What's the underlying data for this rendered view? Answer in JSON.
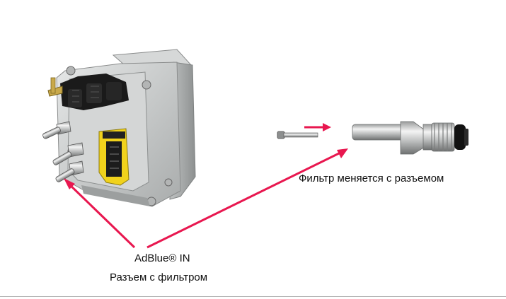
{
  "labels": {
    "filter_note": "Фильтр меняется с разъемом",
    "adblue_in": "AdBlue® IN",
    "connector_with_filter": "Разъем с фильтром"
  },
  "colors": {
    "arrow": "#e8174f",
    "connector_yellow": "#f1d21c",
    "metal": "#c6c9c9",
    "background": "#ffffff"
  }
}
